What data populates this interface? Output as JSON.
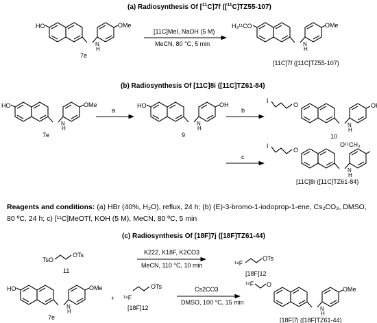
{
  "section_a": {
    "title_pre": "(a) Radiosynthesis Of [",
    "title_sup": "11",
    "title_mid": "C]7f ([",
    "title_sup2": "11",
    "title_post": "C]TZ55-107)",
    "reagents_top": "[11C]MeI, NaOH (5 M)",
    "reagents_bottom": "MeCN, 80 °C, 5 min",
    "start_label": "7e",
    "product_label": "[11C]7f ([11C]TZ55-107)",
    "sub_ho": "HO",
    "sub_ome": "OMe",
    "sub_n": "N",
    "sub_h": "H",
    "prod_ome_left": "H₃¹¹CO",
    "prod_ome_right": "OMe"
  },
  "section_b": {
    "title": "(b) Radiosynthesis Of [11C]8i ([11C]TZ61-84)",
    "step_a": "a",
    "step_b": "b",
    "step_c": "c",
    "label_7e": "7e",
    "label_9": "9",
    "label_10": "10",
    "label_product": "[11C]8i ([11C]TZ61-84)",
    "oh": "OH",
    "ho": "HO",
    "iodo": "I",
    "o": "O",
    "och3": "O¹¹CH₃",
    "ome": "OMe"
  },
  "conditions": {
    "heading": "Reagents and conditions:",
    "text": " (a) HBr (40%, H₂O), reflux, 24 h; (b) (E)-3-bromo-1-iodoprop-1-ene, Cs₂CO₃, DMSO, 80 ºC, 24 h; c) [¹¹C]MeOTf, KOH (5 M), MeCN, 80 ºC, 5 min"
  },
  "section_c": {
    "title": "(c) Radiosynthesis Of [18F]7j ([18F]TZ61-44)",
    "reagents1_top": "K222, K18F, K2CO3",
    "reagents1_bottom": "MeCN, 110 °C, 10 min",
    "label_11": "11",
    "label_12": "[18F]12",
    "ts_o": "TsO",
    "ots": "OTs",
    "f18": "¹⁸F",
    "reagents2_top": "Cs2CO3",
    "reagents2_bottom": "DMSO, 100 °C, 15 min",
    "label_7e": "7e",
    "label_12b": "[18F]12",
    "label_product": "[18F]7j ([18F]TZ61-44)",
    "plus": "+",
    "ho": "HO",
    "ome": "OMe"
  }
}
